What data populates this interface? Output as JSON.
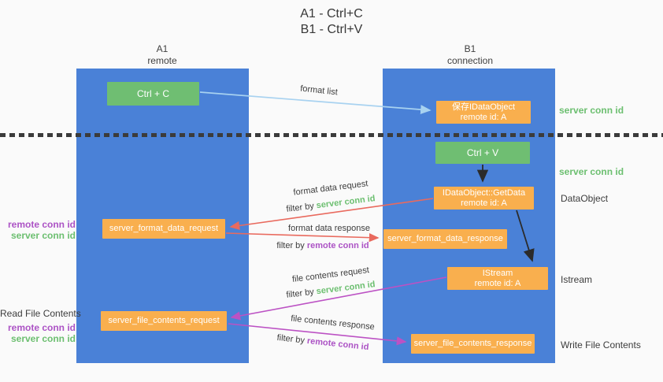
{
  "title": {
    "line1": "A1 - Ctrl+C",
    "line2": "B1 - Ctrl+V"
  },
  "colors": {
    "background": "#fafafa",
    "lifeline_blue": "#4a81d7",
    "node_green": "#6fbe72",
    "node_orange": "#f9af4e",
    "arrow_blue": "#a8d2f0",
    "arrow_red": "#e96a5e",
    "arrow_magenta": "#bc52c4",
    "arrow_black": "#2b2b2b",
    "server_conn_green": "#6cbf70",
    "remote_conn_purple": "#ac53c5"
  },
  "columns": [
    {
      "name": "A1",
      "role": "remote"
    },
    {
      "name": "B1",
      "role": "connection"
    }
  ],
  "nodes": {
    "ctrl_c": "Ctrl + C",
    "save_idataobject": {
      "line1": "保存IDataObject",
      "line2": "remote id: A"
    },
    "ctrl_v": "Ctrl + V",
    "getdata": {
      "line1": "IDataObject::GetData",
      "line2": "remote id: A"
    },
    "format_request": "server_format_data_request",
    "format_response": "server_format_data_response",
    "istream": {
      "line1": "IStream",
      "line2": "remote id: A"
    },
    "file_request": "server_file_contents_request",
    "file_response": "server_file_contents_response"
  },
  "arrow_labels": {
    "format_list": "format list",
    "format_data_request": "format data request",
    "filter1_prefix": "filter by",
    "filter1_id": "server conn id",
    "format_data_response": "format data response",
    "filter2_prefix": "filter by",
    "filter2_id": "remote conn id",
    "file_contents_request": "file contents request",
    "filter3_prefix": "filter by",
    "filter3_id": "server conn id",
    "file_contents_response": "file contents response",
    "filter4_prefix": "filter by",
    "filter4_id": "remote conn id"
  },
  "side_labels": {
    "right_server_conn_top": "server conn id",
    "right_server_conn_mid": "server conn id",
    "dataobject": "DataObject",
    "istream": "Istream",
    "write_file_contents": "Write File Contents",
    "left_remote_conn_top": "remote conn id",
    "left_server_conn_top": "server conn id",
    "read_file_contents": "Read File Contents",
    "left_remote_conn_bottom": "remote conn id",
    "left_server_conn_bottom": "server conn id"
  }
}
